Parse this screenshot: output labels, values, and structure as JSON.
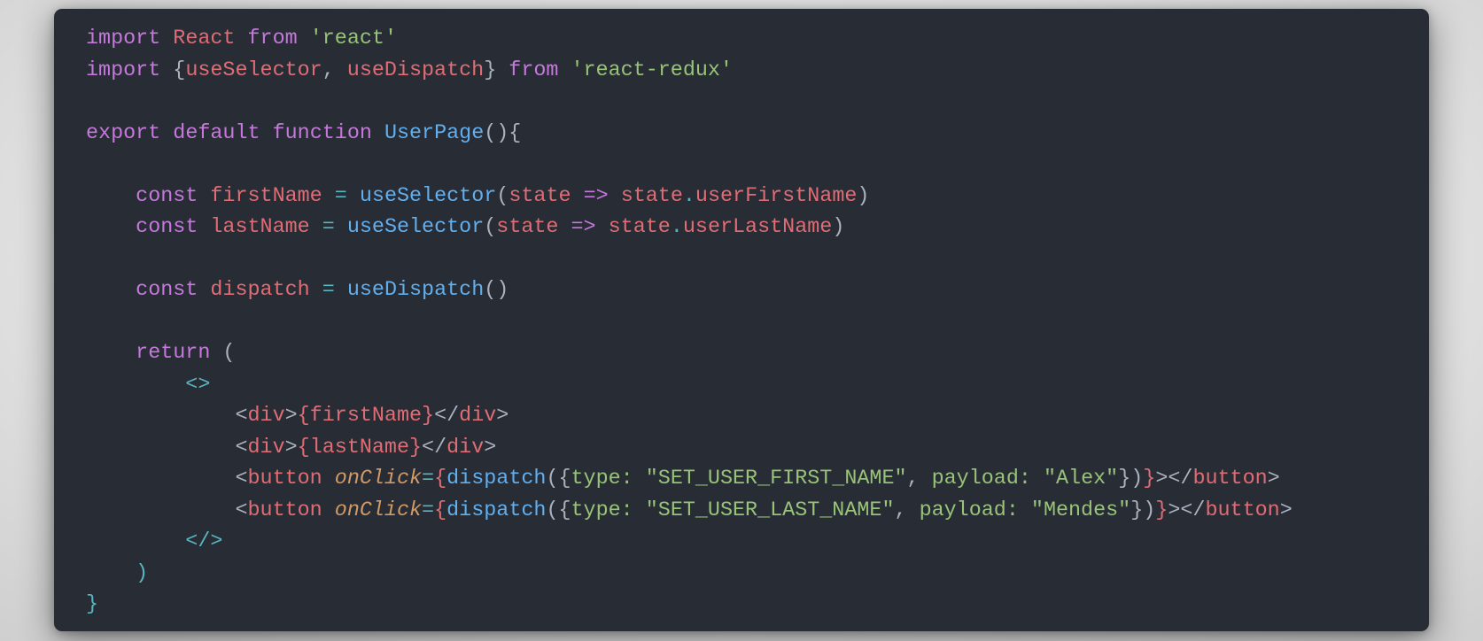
{
  "code_card": {
    "background": "#282c34",
    "language": "jsx",
    "lines": [
      [
        {
          "t": "import",
          "c": "kw"
        },
        {
          "t": " ",
          "c": "pun"
        },
        {
          "t": "React",
          "c": "var"
        },
        {
          "t": " ",
          "c": "pun"
        },
        {
          "t": "from",
          "c": "kw"
        },
        {
          "t": " ",
          "c": "pun"
        },
        {
          "t": "'react'",
          "c": "str"
        }
      ],
      [
        {
          "t": "import",
          "c": "kw"
        },
        {
          "t": " {",
          "c": "pun"
        },
        {
          "t": "useSelector",
          "c": "var"
        },
        {
          "t": ", ",
          "c": "pun"
        },
        {
          "t": "useDispatch",
          "c": "var"
        },
        {
          "t": "} ",
          "c": "pun"
        },
        {
          "t": "from",
          "c": "kw"
        },
        {
          "t": " ",
          "c": "pun"
        },
        {
          "t": "'react-redux'",
          "c": "str"
        }
      ],
      [],
      [
        {
          "t": "export",
          "c": "kw"
        },
        {
          "t": " ",
          "c": "pun"
        },
        {
          "t": "default",
          "c": "kw"
        },
        {
          "t": " ",
          "c": "pun"
        },
        {
          "t": "function",
          "c": "kw"
        },
        {
          "t": " ",
          "c": "pun"
        },
        {
          "t": "UserPage",
          "c": "fn"
        },
        {
          "t": "(){",
          "c": "pun"
        }
      ],
      [],
      [
        {
          "t": "    ",
          "c": "pun"
        },
        {
          "t": "const",
          "c": "kw"
        },
        {
          "t": " ",
          "c": "pun"
        },
        {
          "t": "firstName",
          "c": "var"
        },
        {
          "t": " ",
          "c": "pun"
        },
        {
          "t": "=",
          "c": "op"
        },
        {
          "t": " ",
          "c": "pun"
        },
        {
          "t": "useSelector",
          "c": "fn"
        },
        {
          "t": "(",
          "c": "pun"
        },
        {
          "t": "state",
          "c": "var"
        },
        {
          "t": " ",
          "c": "pun"
        },
        {
          "t": "=>",
          "c": "kw"
        },
        {
          "t": " ",
          "c": "pun"
        },
        {
          "t": "state",
          "c": "var"
        },
        {
          "t": ".",
          "c": "op"
        },
        {
          "t": "userFirstName",
          "c": "var"
        },
        {
          "t": ")",
          "c": "pun"
        }
      ],
      [
        {
          "t": "    ",
          "c": "pun"
        },
        {
          "t": "const",
          "c": "kw"
        },
        {
          "t": " ",
          "c": "pun"
        },
        {
          "t": "lastName",
          "c": "var"
        },
        {
          "t": " ",
          "c": "pun"
        },
        {
          "t": "=",
          "c": "op"
        },
        {
          "t": " ",
          "c": "pun"
        },
        {
          "t": "useSelector",
          "c": "fn"
        },
        {
          "t": "(",
          "c": "pun"
        },
        {
          "t": "state",
          "c": "var"
        },
        {
          "t": " ",
          "c": "pun"
        },
        {
          "t": "=>",
          "c": "kw"
        },
        {
          "t": " ",
          "c": "pun"
        },
        {
          "t": "state",
          "c": "var"
        },
        {
          "t": ".",
          "c": "op"
        },
        {
          "t": "userLastName",
          "c": "var"
        },
        {
          "t": ")",
          "c": "pun"
        }
      ],
      [],
      [
        {
          "t": "    ",
          "c": "pun"
        },
        {
          "t": "const",
          "c": "kw"
        },
        {
          "t": " ",
          "c": "pun"
        },
        {
          "t": "dispatch",
          "c": "var"
        },
        {
          "t": " ",
          "c": "pun"
        },
        {
          "t": "=",
          "c": "op"
        },
        {
          "t": " ",
          "c": "pun"
        },
        {
          "t": "useDispatch",
          "c": "fn"
        },
        {
          "t": "()",
          "c": "pun"
        }
      ],
      [],
      [
        {
          "t": "    ",
          "c": "pun"
        },
        {
          "t": "return",
          "c": "kw"
        },
        {
          "t": " (",
          "c": "pun"
        }
      ],
      [
        {
          "t": "        ",
          "c": "pun"
        },
        {
          "t": "<>",
          "c": "op"
        }
      ],
      [
        {
          "t": "            ",
          "c": "pun"
        },
        {
          "t": "<",
          "c": "pun"
        },
        {
          "t": "div",
          "c": "tag"
        },
        {
          "t": ">",
          "c": "pun"
        },
        {
          "t": "{firstName}",
          "c": "var"
        },
        {
          "t": "</",
          "c": "pun"
        },
        {
          "t": "div",
          "c": "tag"
        },
        {
          "t": ">",
          "c": "pun"
        }
      ],
      [
        {
          "t": "            ",
          "c": "pun"
        },
        {
          "t": "<",
          "c": "pun"
        },
        {
          "t": "div",
          "c": "tag"
        },
        {
          "t": ">",
          "c": "pun"
        },
        {
          "t": "{lastName}",
          "c": "var"
        },
        {
          "t": "</",
          "c": "pun"
        },
        {
          "t": "div",
          "c": "tag"
        },
        {
          "t": ">",
          "c": "pun"
        }
      ],
      [
        {
          "t": "            ",
          "c": "pun"
        },
        {
          "t": "<",
          "c": "pun"
        },
        {
          "t": "button",
          "c": "tag"
        },
        {
          "t": " ",
          "c": "pun"
        },
        {
          "t": "onClick",
          "c": "attr"
        },
        {
          "t": "=",
          "c": "op"
        },
        {
          "t": "{",
          "c": "var"
        },
        {
          "t": "dispatch",
          "c": "fn"
        },
        {
          "t": "({",
          "c": "pun"
        },
        {
          "t": "type: ",
          "c": "str"
        },
        {
          "t": "\"SET_USER_FIRST_NAME\"",
          "c": "str"
        },
        {
          "t": ", ",
          "c": "pun"
        },
        {
          "t": "payload: ",
          "c": "str"
        },
        {
          "t": "\"Alex\"",
          "c": "str"
        },
        {
          "t": "})",
          "c": "pun"
        },
        {
          "t": "}",
          "c": "var"
        },
        {
          "t": "></",
          "c": "pun"
        },
        {
          "t": "button",
          "c": "tag"
        },
        {
          "t": ">",
          "c": "pun"
        }
      ],
      [
        {
          "t": "            ",
          "c": "pun"
        },
        {
          "t": "<",
          "c": "pun"
        },
        {
          "t": "button",
          "c": "tag"
        },
        {
          "t": " ",
          "c": "pun"
        },
        {
          "t": "onClick",
          "c": "attr"
        },
        {
          "t": "=",
          "c": "op"
        },
        {
          "t": "{",
          "c": "var"
        },
        {
          "t": "dispatch",
          "c": "fn"
        },
        {
          "t": "({",
          "c": "pun"
        },
        {
          "t": "type: ",
          "c": "str"
        },
        {
          "t": "\"SET_USER_LAST_NAME\"",
          "c": "str"
        },
        {
          "t": ", ",
          "c": "pun"
        },
        {
          "t": "payload: ",
          "c": "str"
        },
        {
          "t": "\"Mendes\"",
          "c": "str"
        },
        {
          "t": "})",
          "c": "pun"
        },
        {
          "t": "}",
          "c": "var"
        },
        {
          "t": "></",
          "c": "pun"
        },
        {
          "t": "button",
          "c": "tag"
        },
        {
          "t": ">",
          "c": "pun"
        }
      ],
      [
        {
          "t": "        ",
          "c": "pun"
        },
        {
          "t": "</>",
          "c": "op"
        }
      ],
      [
        {
          "t": "    ",
          "c": "pun"
        },
        {
          "t": ")",
          "c": "op"
        }
      ],
      [
        {
          "t": "}",
          "c": "op"
        }
      ]
    ]
  }
}
